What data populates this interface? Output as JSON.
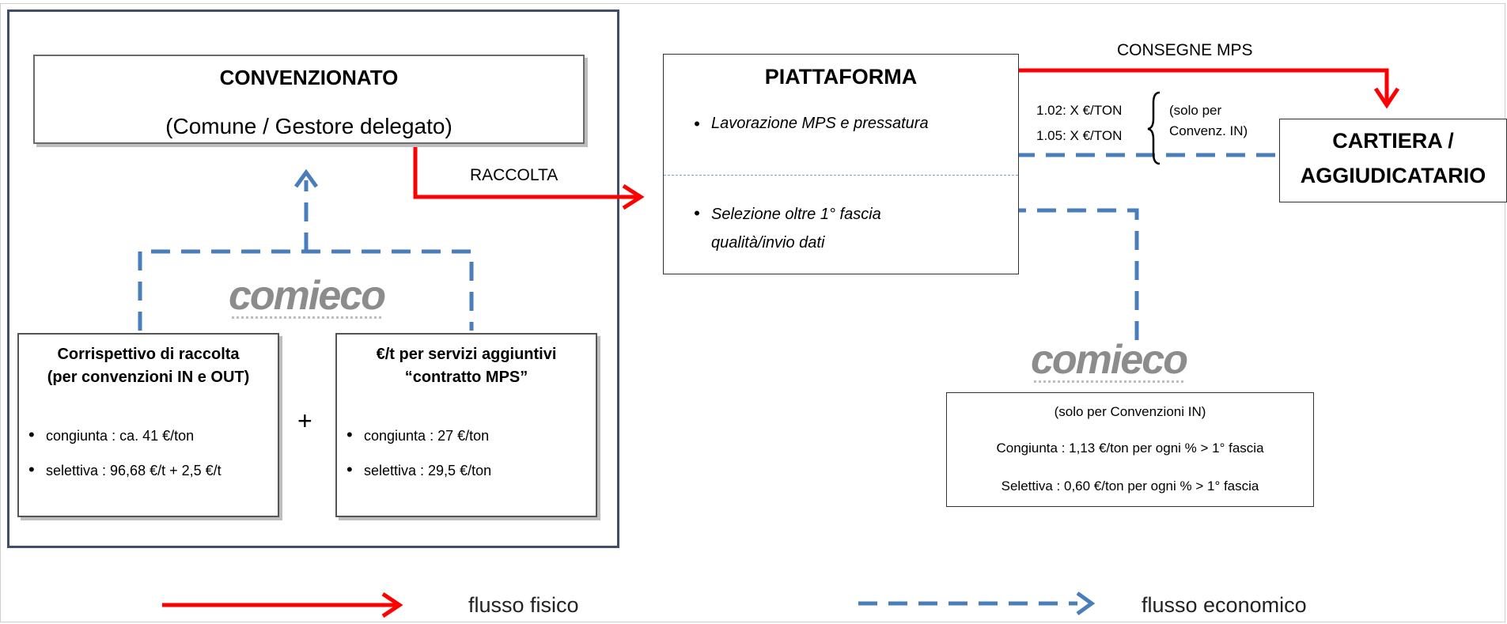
{
  "convenzionato": {
    "title": "CONVENZIONATO",
    "subtitle": "(Comune / Gestore delegato)"
  },
  "raccolta_label": "RACCOLTA",
  "comieco_logo_text": "comieco",
  "corrispettivo_box": {
    "title_line1": "Corrispettivo di raccolta",
    "title_line2": "(per convenzioni IN e OUT)",
    "items": [
      "congiunta : ca. 41 €/ton",
      "selettiva : 96,68 €/t + 2,5 €/t"
    ]
  },
  "plus_sign": "+",
  "servizi_box": {
    "title_line1": "€/t per servizi aggiuntivi",
    "title_line2": "“contratto MPS”",
    "items": [
      "congiunta : 27 €/ton",
      "selettiva : 29,5 €/ton"
    ]
  },
  "piattaforma": {
    "title": "PIATTAFORMA",
    "item1": "Lavorazione MPS e pressatura",
    "item2_line1": "Selezione oltre 1° fascia",
    "item2_line2": "qualità/invio dati"
  },
  "consegne_label": "CONSEGNE MPS",
  "price_lines": {
    "line1": "1.02: X €/TON",
    "line2": "1.05: X €/TON",
    "note_line1": "(solo per",
    "note_line2": "Convenz. IN)"
  },
  "cartiera": {
    "line1": "CARTIERA /",
    "line2": "AGGIUDICATARIO"
  },
  "convenzioni_in_box": {
    "header": "(solo per Convenzioni IN)",
    "line1": "Congiunta : 1,13 €/ton per ogni % > 1° fascia",
    "line2": "Selettiva : 0,60 €/ton per ogni % > 1° fascia"
  },
  "legend": {
    "physical": "flusso fisico",
    "economic": "flusso economico"
  },
  "colors": {
    "physical_flow": "#ff0000",
    "economic_flow": "#4a7ebb"
  }
}
